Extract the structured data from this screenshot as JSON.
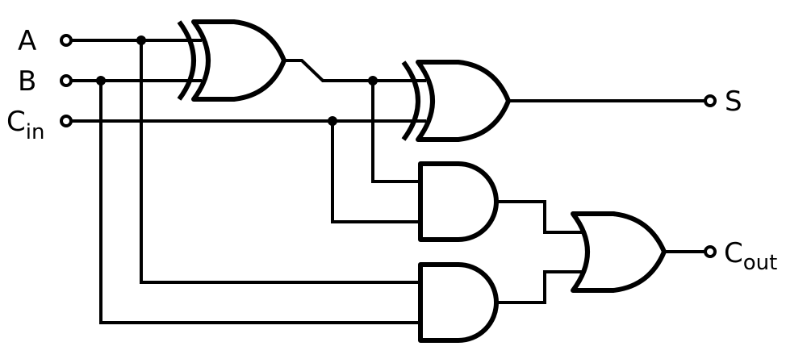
{
  "inputs": {
    "a": "A",
    "b": "B",
    "cin_main": "C",
    "cin_sub": "in"
  },
  "outputs": {
    "s": "S",
    "cout_main": "C",
    "cout_sub": "out"
  },
  "colors": {
    "stroke": "#000000",
    "background": "#ffffff"
  }
}
